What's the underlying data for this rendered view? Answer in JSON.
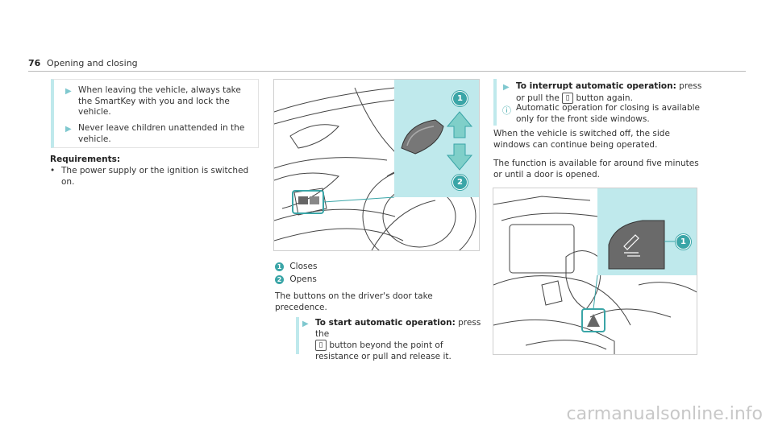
{
  "header": {
    "page_number": "76",
    "section_title": "Opening and closing"
  },
  "left_column": {
    "warnings": [
      "When leaving the vehicle, always take the SmartKey with you and lock the vehicle.",
      "Never leave children unattended in the vehicle."
    ],
    "requirements_heading": "Requirements:",
    "requirements": [
      "The power supply or the ignition is switched on."
    ]
  },
  "middle_column": {
    "figure1_callouts": [
      "1",
      "2"
    ],
    "legend": [
      {
        "num": "1",
        "label": "Closes"
      },
      {
        "num": "2",
        "label": "Opens"
      }
    ],
    "para": "The buttons on the driver's door take precedence.",
    "step_bold": "To start automatic operation:",
    "step_text_1": " press the",
    "step_text_2": " button beyond the point of resistance or pull and release it."
  },
  "right_column": {
    "step_bold": "To interrupt automatic operation:",
    "step_text_1": " press or pull the",
    "step_text_2": " button again.",
    "info_text": "Automatic operation for closing is available only for the front side windows.",
    "para1": "When the vehicle is switched off, the side windows can continue being operated.",
    "para2": "The function is available for around five minutes or until a door is opened.",
    "figure2_callout": "1"
  },
  "icons": {
    "step_arrow": "arrow-right-icon",
    "window_button": "window-switch-icon",
    "info": "info-icon"
  },
  "colors": {
    "accent": "#3aa5a7",
    "highlight_panel": "#bfe9ec",
    "arrow": "#7fc8cf"
  },
  "watermark": "carmanualsonline.info"
}
